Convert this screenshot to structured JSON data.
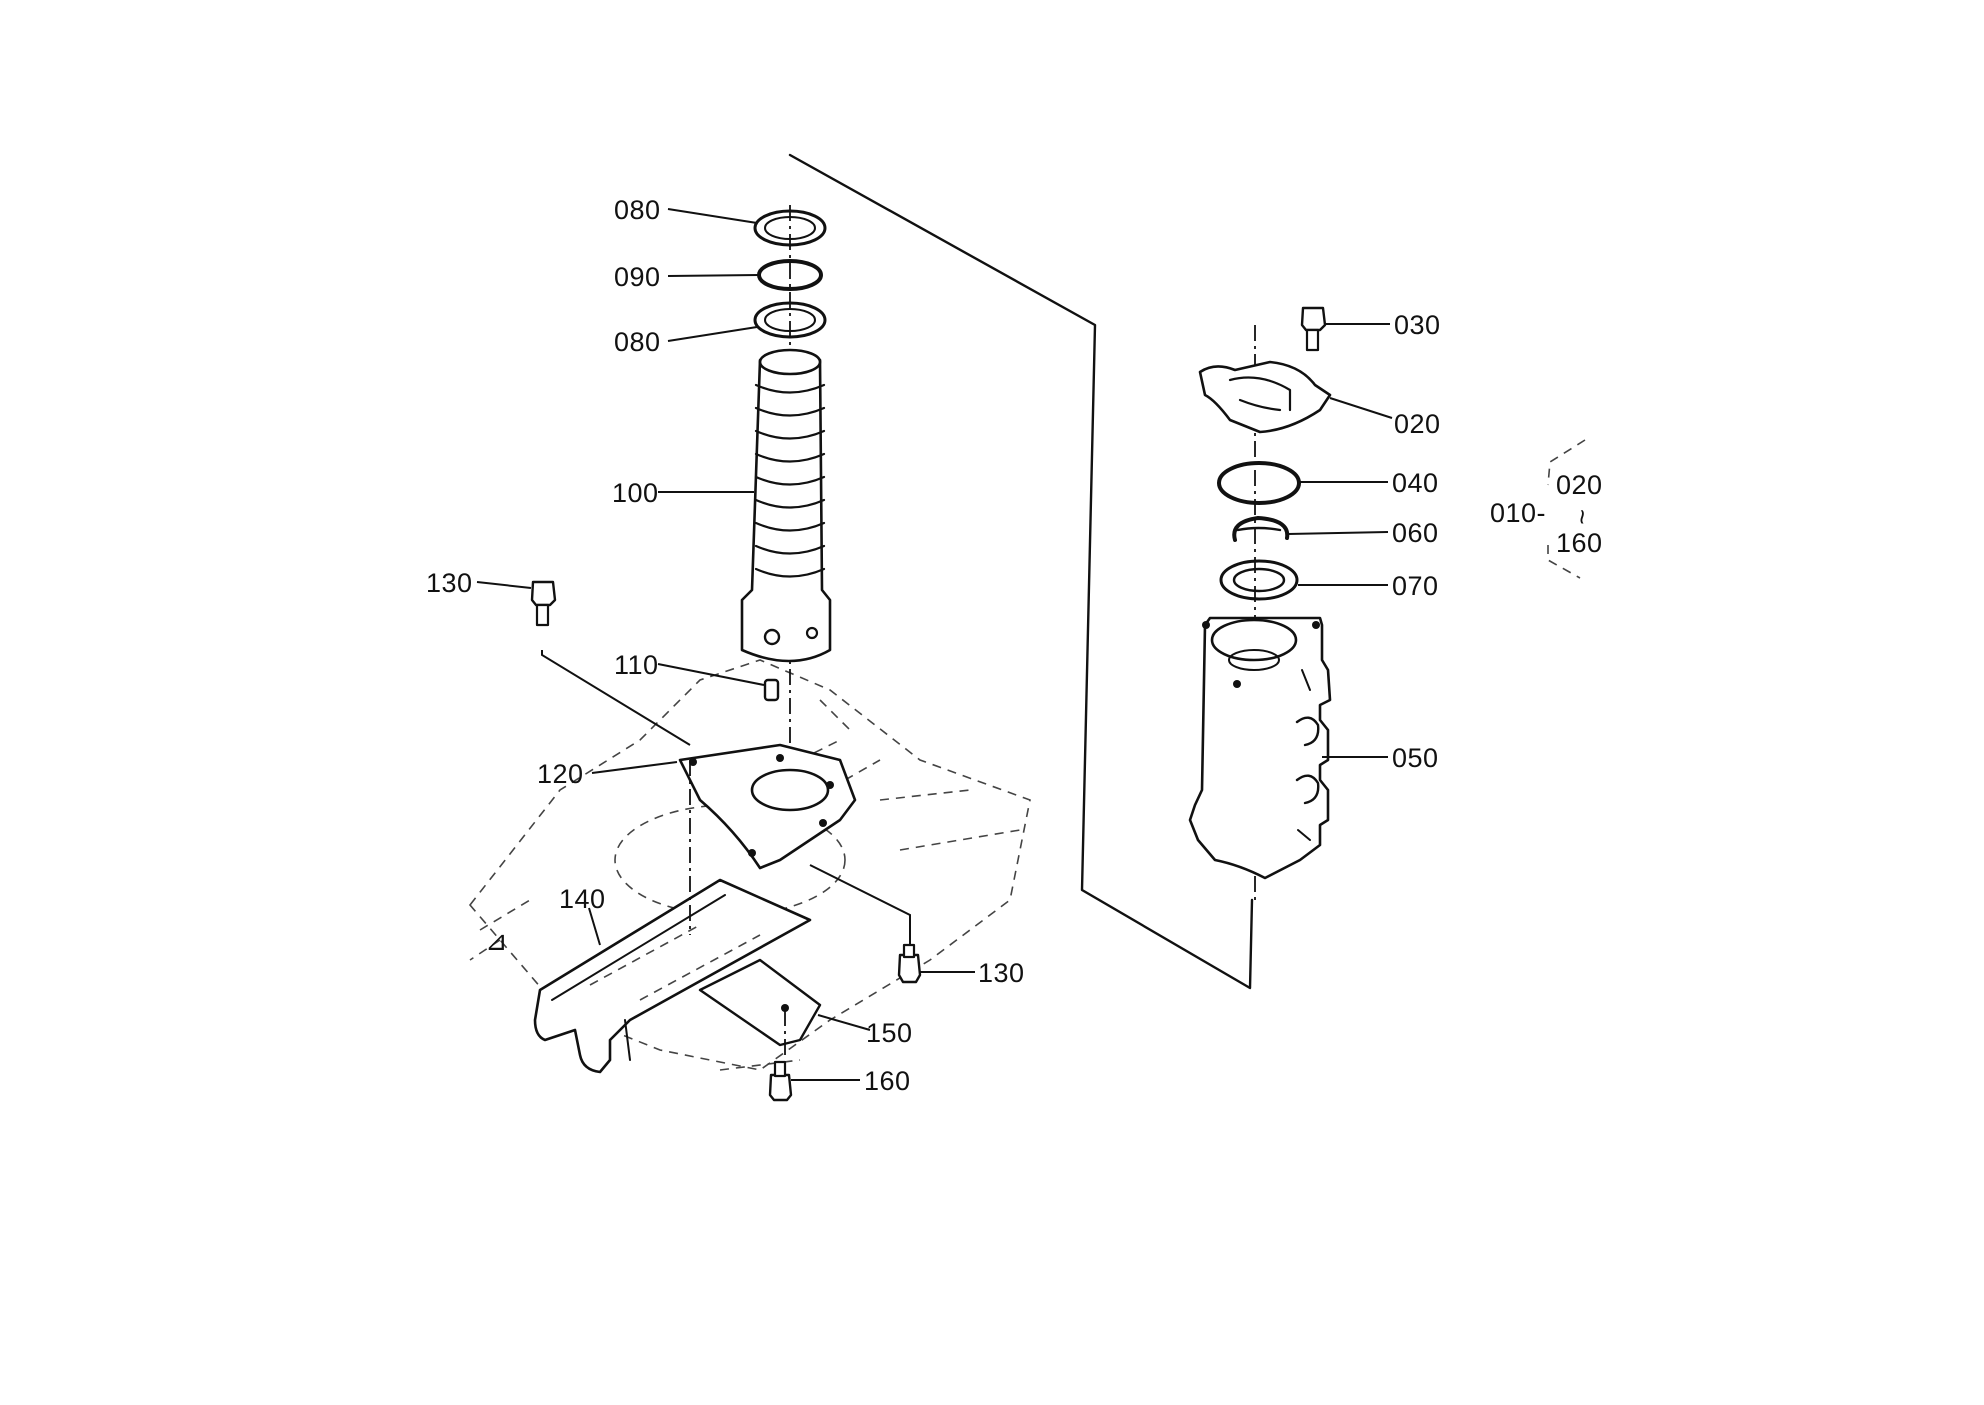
{
  "labels": {
    "p080a": "080",
    "p090": "090",
    "p080b": "080",
    "p100": "100",
    "p110": "110",
    "p120": "120",
    "p130a": "130",
    "p130b": "130",
    "p140": "140",
    "p150": "150",
    "p160": "160",
    "p030": "030",
    "p020": "020",
    "p040": "040",
    "p060": "060",
    "p070": "070",
    "p050": "050"
  },
  "assembly_note": {
    "parent": "010-",
    "from": "020",
    "to": "160",
    "tilde": "~"
  },
  "colors": {
    "ink": "#111111",
    "background": "#ffffff"
  }
}
